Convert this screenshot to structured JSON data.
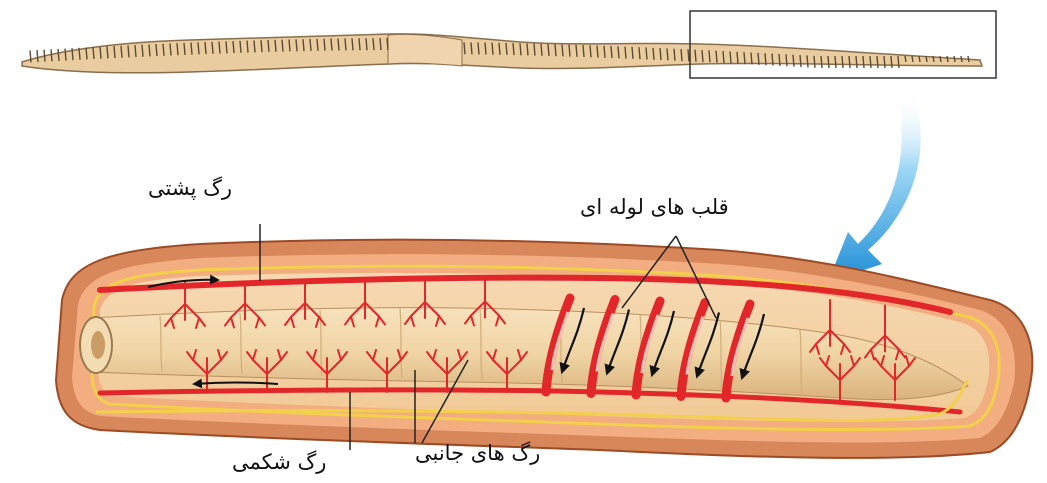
{
  "labels": {
    "dorsal_vessel": "رگ پشتی",
    "tubular_hearts": "قلب های لوله ای",
    "ventral_vessel": "رگ شکمی",
    "lateral_vessels": "رگ های جانبی"
  },
  "colors": {
    "worm_body": "#e9cc9f",
    "worm_ring": "#5e4a30",
    "skin_outer": "#d8875a",
    "skin_inner": "#f2ae80",
    "gut": "#f0d4a4",
    "vessel": "#e2272b",
    "nerve": "#f2d04a",
    "zoom_arrow": "#39a8e4",
    "text": "#111111"
  },
  "icons": [
    "flow-arrow-icon",
    "zoom-arrow-icon"
  ]
}
